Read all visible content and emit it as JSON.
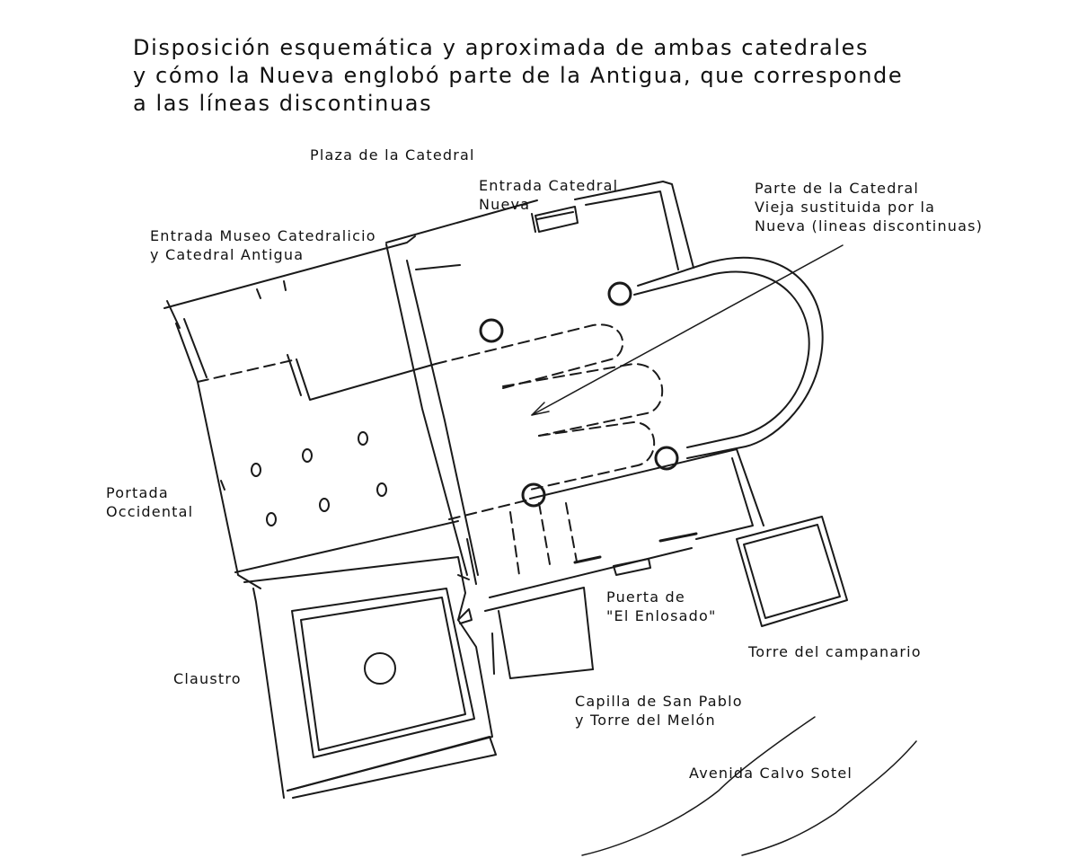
{
  "title": {
    "line1": "Disposición esquemática y aproximada de ambas catedrales",
    "line2": "y cómo la Nueva englobó parte de la Antigua, que corresponde",
    "line3": "a las líneas discontinuas"
  },
  "labels": {
    "plaza": "Plaza de la Catedral",
    "entrada_nueva": [
      "Entrada Catedral",
      "Nueva"
    ],
    "parte_vieja": [
      "Parte de la Catedral",
      "Vieja sustituida por la",
      "Nueva (lineas discontinuas)"
    ],
    "entrada_museo": [
      "Entrada Museo Catedralicio",
      "y Catedral Antigua"
    ],
    "portada": [
      "Portada",
      "Occidental"
    ],
    "puerta_enlosado": [
      "Puerta de",
      "\"El Enlosado\""
    ],
    "torre_campanario": "Torre del campanario",
    "claustro": "Claustro",
    "capilla": [
      "Capilla de San Pablo",
      "y Torre del Melón"
    ],
    "avenida": "Avenida Calvo Sotel"
  },
  "colors": {
    "ink": "#1a1a1a",
    "background": "#ffffff"
  }
}
